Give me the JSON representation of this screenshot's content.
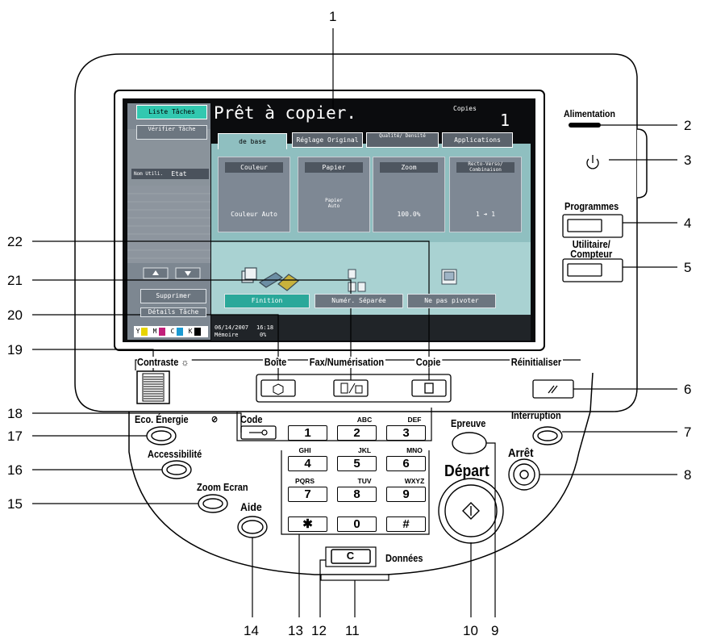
{
  "screen": {
    "left_buttons": {
      "job_list": "Liste Tâches",
      "check_job": "Vérifier Tâche",
      "user_header_name": "Nom Utili.",
      "user_header_status": "Etat",
      "delete": "Supprimer",
      "job_details": "Détails Tâche"
    },
    "title": "Prêt à copier.",
    "copies_label": "Copies",
    "copies_value": "1",
    "tabs": [
      "de base",
      "Réglage Original",
      "Qualité/ Densité",
      "Applications"
    ],
    "functions": [
      {
        "header": "Couleur",
        "value": "Couleur Auto"
      },
      {
        "header": "Papier",
        "value": "Papier Auto"
      },
      {
        "header": "Zoom",
        "value": "100.0%"
      },
      {
        "header": "Recto-Verso/ Combinaison",
        "value": "1 ➔ 1"
      }
    ],
    "lower_buttons": [
      "Finition",
      "Numér. Séparée",
      "Ne pas pivoter"
    ],
    "toner_labels": [
      "Y",
      "M",
      "C",
      "K"
    ],
    "date": "06/14/2007",
    "time": "16:18",
    "memory_label": "Mémoire",
    "memory_value": "0%"
  },
  "panel_labels": {
    "alimentation": "Alimentation",
    "programmes": "Programmes",
    "utilitaire": "Utilitaire/ Compteur",
    "contraste": "Contraste ☼",
    "boite": "Boîte",
    "fax": "Fax/Numérisation",
    "copie": "Copie",
    "reinitialiser": "Réinitialiser",
    "code": "Code",
    "eco": "Eco. Énergie",
    "accessibilite": "Accessibilité",
    "zoom_ecran": "Zoom Ecran",
    "aide": "Aide",
    "epreuve": "Epreuve",
    "interruption": "Interruption",
    "arret": "Arrêt",
    "depart": "Départ",
    "donnees": "Données"
  },
  "keypad": {
    "keys": [
      "1",
      "2",
      "3",
      "4",
      "5",
      "6",
      "7",
      "8",
      "9",
      "✱",
      "0",
      "#"
    ],
    "letters": [
      "",
      "ABC",
      "DEF",
      "GHI",
      "JKL",
      "MNO",
      "PQRS",
      "TUV",
      "WXYZ",
      "",
      "",
      ""
    ],
    "clear": "C"
  },
  "callouts": [
    "1",
    "2",
    "3",
    "4",
    "5",
    "6",
    "7",
    "8",
    "9",
    "10",
    "11",
    "12",
    "13",
    "14",
    "15",
    "16",
    "17",
    "18",
    "19",
    "20",
    "21",
    "22"
  ]
}
